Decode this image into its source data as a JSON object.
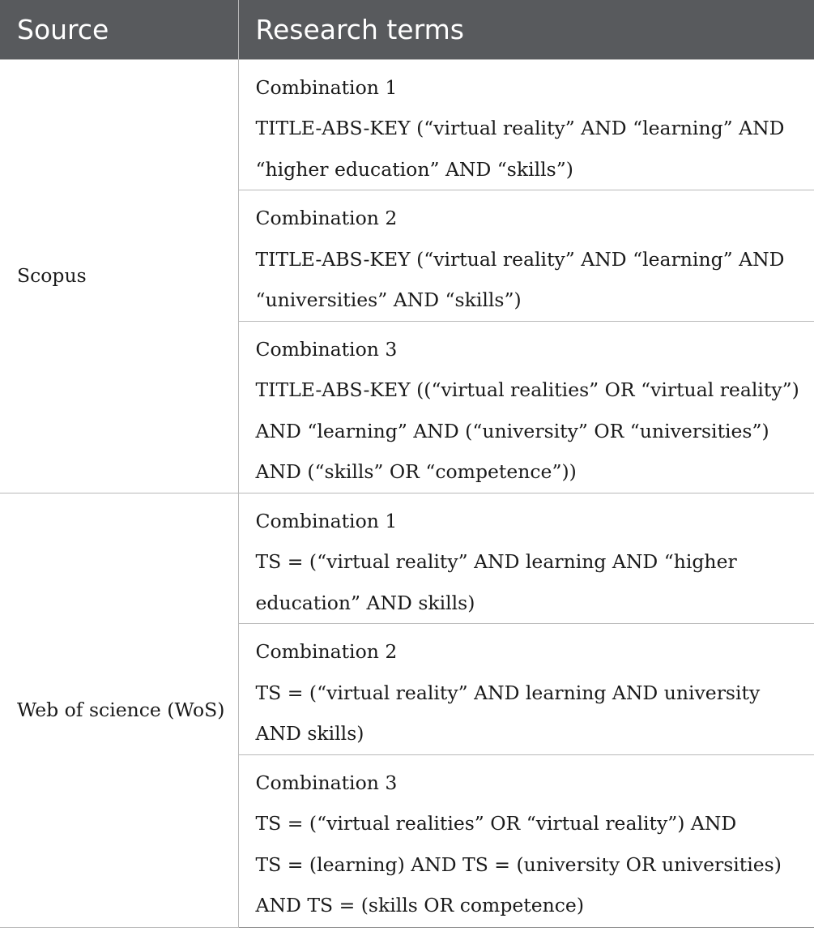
{
  "table": {
    "headers": [
      "Source",
      "Research terms"
    ],
    "groups": [
      {
        "source": "Scopus",
        "combinations": [
          {
            "label": "Combination 1",
            "lines": [
              "TITLE-ABS-KEY (“virtual reality” AND “learning” AND",
              "“higher education” AND “skills”)"
            ]
          },
          {
            "label": "Combination 2",
            "lines": [
              "TITLE-ABS-KEY (“virtual reality” AND “learning” AND",
              "“universities” AND “skills”)"
            ]
          },
          {
            "label": "Combination 3",
            "lines": [
              "TITLE-ABS-KEY ((“virtual realities” OR “virtual reality”)",
              "AND “learning” AND (“university” OR “universities”)",
              "AND (“skills” OR “competence”))"
            ]
          }
        ]
      },
      {
        "source": "Web of science (WoS)",
        "combinations": [
          {
            "label": "Combination 1",
            "lines": [
              "TS = (“virtual reality” AND learning AND “higher",
              "education” AND skills)"
            ]
          },
          {
            "label": "Combination 2",
            "lines": [
              "TS = (“virtual reality” AND learning AND university",
              "AND skills)"
            ]
          },
          {
            "label": "Combination 3",
            "lines": [
              "TS = (“virtual realities” OR “virtual reality”) AND",
              "TS = (learning) AND TS = (university OR universities)",
              "AND TS = (skills OR competence)"
            ]
          }
        ]
      }
    ]
  }
}
